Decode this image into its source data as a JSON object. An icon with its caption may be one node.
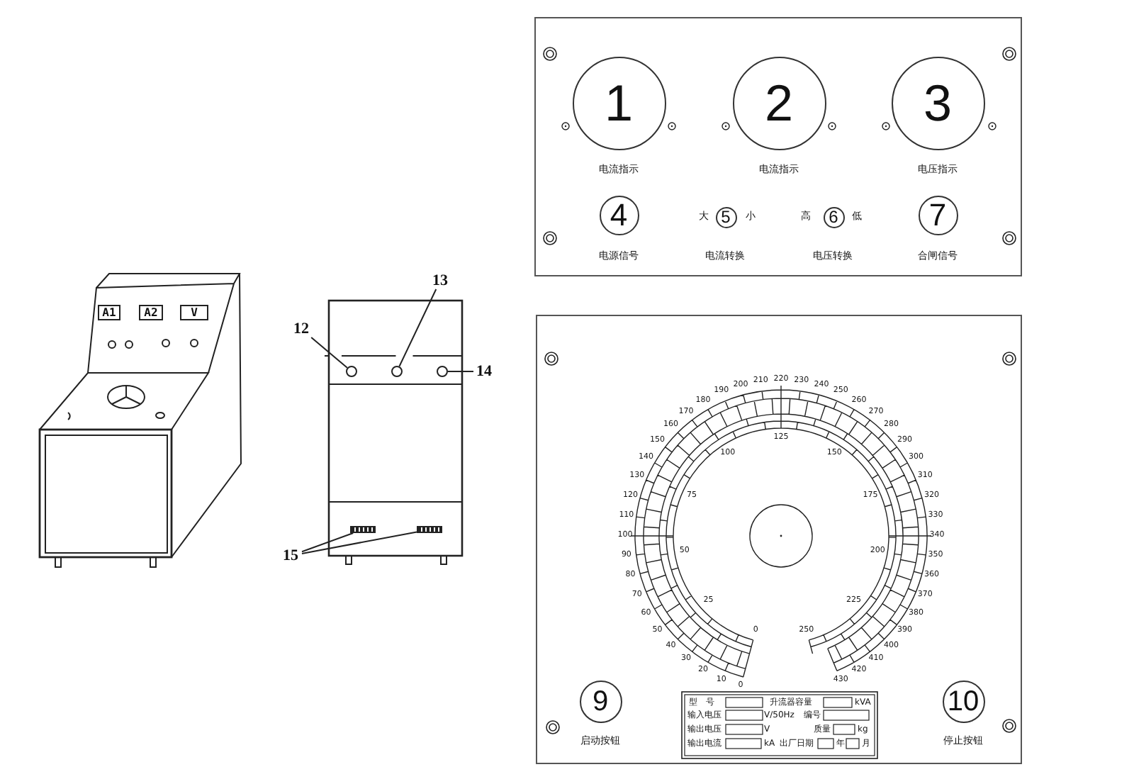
{
  "diagram": {
    "nodes": [
      {
        "text": [],
        "shape": "box"
      },
      {
        "text": [
          "1"
        ],
        "in": 0,
        "beside": [
          "电流指示"
        ]
      },
      {
        "text": [
          "2"
        ],
        "in": 0,
        "beside": [
          "电流指示"
        ]
      },
      {
        "text": [
          "3"
        ],
        "in": 0,
        "beside": [
          "电压指示"
        ]
      },
      {
        "text": [
          "4"
        ],
        "in": 0,
        "beside": [
          "电源信号"
        ]
      },
      {
        "text": [
          "5"
        ],
        "in": 0,
        "beside": [
          "大",
          "小",
          "电流转换"
        ]
      },
      {
        "text": [
          "6"
        ],
        "in": 0,
        "beside": [
          "高",
          "低",
          "电压转换"
        ]
      },
      {
        "text": [
          "7"
        ],
        "in": 0,
        "beside": [
          "合闸信号"
        ]
      },
      {
        "text": [],
        "shape": "box"
      },
      {
        "text": [
          "9"
        ],
        "in": 8,
        "beside": [
          "启动按钮"
        ]
      },
      {
        "text": [
          "10"
        ],
        "in": 8,
        "beside": [
          "停止按钮"
        ]
      },
      {
        "text": [
          "A1"
        ]
      },
      {
        "text": [
          "A2"
        ]
      },
      {
        "text": [
          "V"
        ]
      },
      {
        "text": [
          "12"
        ]
      },
      {
        "text": [
          "13"
        ]
      },
      {
        "text": [
          "14"
        ]
      },
      {
        "text": [
          "15"
        ]
      },
      {
        "text": [],
        "shape": "circle"
      },
      {
        "text": [],
        "shape": "circle"
      },
      {
        "text": [],
        "shape": "circle"
      },
      {
        "text": [],
        "shape": "bar"
      },
      {
        "text": [],
        "shape": "bar"
      }
    ],
    "edges": [
      {
        "from": 14,
        "to": 18,
        "arrow": "none"
      },
      {
        "from": 15,
        "to": 19,
        "arrow": "none"
      },
      {
        "from": 16,
        "to": 20,
        "arrow": "none"
      },
      {
        "from": 17,
        "to": 21,
        "arrow": "none"
      },
      {
        "from": 17,
        "to": 22,
        "arrow": "none"
      }
    ],
    "labels": [
      "型　号",
      "升流器容量",
      "kVA",
      "输入电压",
      "V/50Hz",
      "编号",
      "输出电压",
      "V",
      "质量",
      "kg",
      "输出电流",
      "kA",
      "出厂日期",
      "年",
      "月",
      "0",
      "10",
      "20",
      "30",
      "40",
      "50",
      "60",
      "70",
      "80",
      "90",
      "100",
      "110",
      "120",
      "130",
      "140",
      "150",
      "160",
      "170",
      "180",
      "190",
      "200",
      "210",
      "220",
      "230",
      "240",
      "250",
      "260",
      "270",
      "280",
      "290",
      "300",
      "310",
      "320",
      "330",
      "340",
      "350",
      "360",
      "370",
      "380",
      "390",
      "400",
      "410",
      "420",
      "430",
      "0",
      "25",
      "50",
      "75",
      "100",
      "125",
      "150",
      "175",
      "200",
      "225",
      "250"
    ]
  }
}
